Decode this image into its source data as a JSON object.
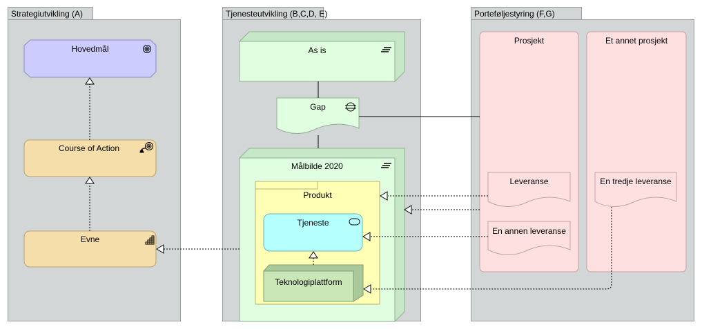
{
  "groups": {
    "strategy": "Strategiutvikling  (A)",
    "service": "Tjenesteutvikling (B,C,D, E)",
    "portfolio": "Porteføljestyring (F,G)"
  },
  "elements": {
    "goal": "Hovedmål",
    "course": "Course of Action",
    "capability": "Evne",
    "as_is": "As is",
    "gap": "Gap",
    "target": "Målbilde 2020",
    "product": "Produkt",
    "service": "Tjeneste",
    "tech": "Teknologiplattform",
    "project1": "Prosjekt",
    "project2": "Et annet prosjekt",
    "deliv1": "Leveranse",
    "deliv2": "En annen leveranse",
    "deliv3": "En tredje leveranse"
  },
  "colors": {
    "group_bg": "#d3d6d6",
    "motivation": "#ccccff",
    "strategy": "#f5deaa",
    "plateau": "#e0ffe0",
    "product": "#ffffb5",
    "service": "#b5ffff",
    "tech": "#c9e7b7",
    "project": "#ffe0e0"
  },
  "icons": {
    "goal": "target-icon",
    "course": "course-of-action-icon",
    "capability": "capability-icon",
    "plateau": "plateau-icon",
    "gap": "gap-icon",
    "service": "service-icon"
  }
}
